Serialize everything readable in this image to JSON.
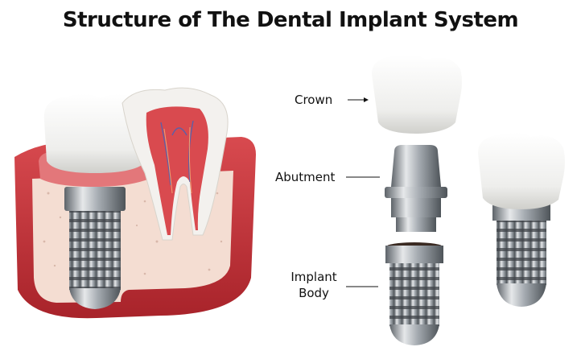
{
  "title": "Structure of The Dental Implant System",
  "labels": {
    "crown": "Crown",
    "abutment": "Abutment",
    "implant_body_line1": "Implant",
    "implant_body_line2": "Body"
  },
  "colors": {
    "gum": "#c8343a",
    "gum_dark": "#9e1f26",
    "bone": "#f3dcd0",
    "enamel": "#f2f2f0",
    "metal": "#9aa0a6"
  }
}
